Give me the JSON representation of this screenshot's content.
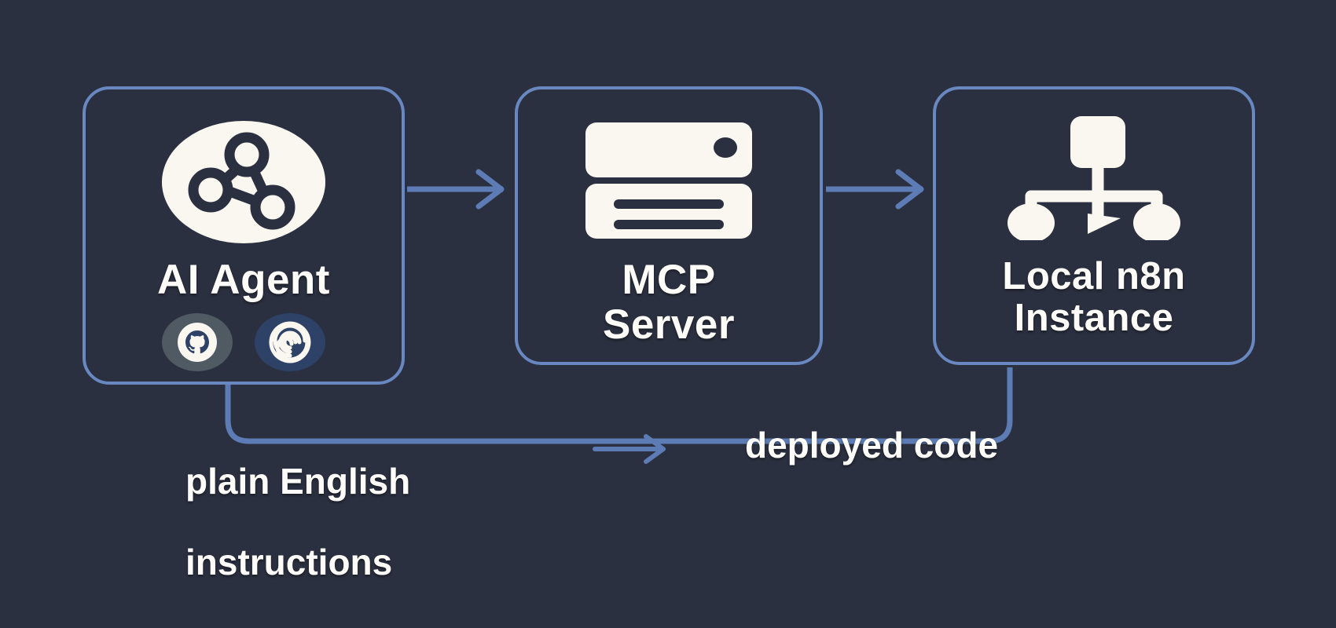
{
  "diagram": {
    "title": "AI Agent to MCP Server to Local n8n Instance flow",
    "background_color": "#2b3040",
    "accent_color": "#6987c0",
    "arrow_color": "#5d7cb5",
    "icon_color": "#faf7f0",
    "text_color": "#fdfcf8"
  },
  "nodes": [
    {
      "id": "ai-agent",
      "label": "AI Agent",
      "icon": "network-share-icon",
      "badges": [
        {
          "id": "github",
          "icon": "github-icon",
          "background": "#4f5a63"
        },
        {
          "id": "spiral",
          "icon": "spiral-icon",
          "background": "#2e4267"
        }
      ]
    },
    {
      "id": "mcp-server",
      "label": "MCP\nServer",
      "label_line1": "MCP",
      "label_line2": "Server",
      "icon": "server-rack-icon"
    },
    {
      "id": "local-n8n",
      "label": "Local n8n\nInstance",
      "label_line1": "Local n8n",
      "label_line2": "Instance",
      "icon": "workflow-sitemap-icon"
    }
  ],
  "connectors": [
    {
      "id": "agent-to-mcp",
      "from": "ai-agent",
      "to": "mcp-server",
      "style": "arrow",
      "label": ""
    },
    {
      "id": "mcp-to-n8n",
      "from": "mcp-server",
      "to": "local-n8n",
      "style": "arrow",
      "label": ""
    },
    {
      "id": "agent-to-n8n-loop",
      "from": "ai-agent",
      "to": "local-n8n",
      "style": "rounded-bus",
      "label": ""
    }
  ],
  "flow_labels": {
    "left": "plain English\ninstructions",
    "left_line1": "plain English",
    "left_line2": "instructions",
    "middle_arrow": "arrow-right-icon",
    "right": "deployed code"
  }
}
